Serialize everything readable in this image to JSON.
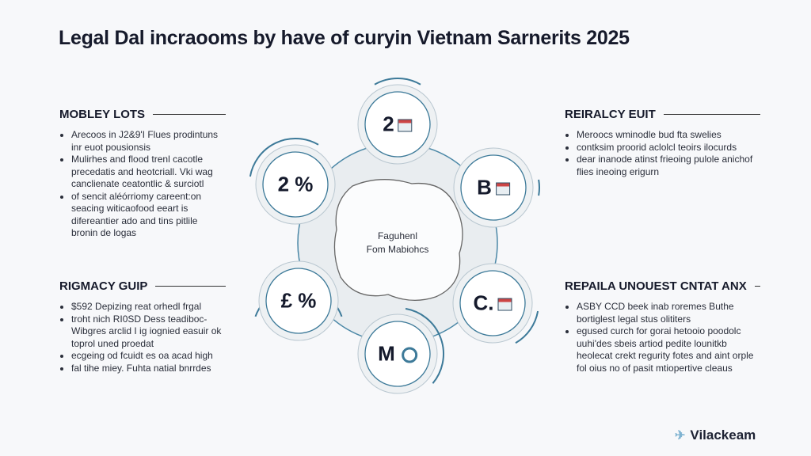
{
  "title": "Legal Dal incraooms by have of curyin Vietnam Sarnerits 2025",
  "panels": [
    {
      "heading": "MOBLEY LOTS",
      "bullets": [
        "Arecoos in J2&9'I Flues prodintuns inr euot pousionsis",
        "Mulirhes and flood trenl cacotle precedatis and heotcriall. Vki wag canclienate ceatontlic & surciotl",
        "of sencit aléórriomy careent:on seacing witicaofood eeart is difereantier ado and tins pitlile bronin de logas"
      ]
    },
    {
      "heading": "RIGMACY GUIP",
      "bullets": [
        "$592 Depizing reat orhedl frgal",
        "troht nich RI0SD Dess teadiboc- Wibgres arclid I ig iognied easuir ok toprol uned proedat",
        "ecgeing od fcuidt es oa acad high",
        "fal tihe miey. Fuhta natial bnrrdes"
      ]
    },
    {
      "heading": "REIRALCY EUIT",
      "bullets": [
        "Meroocs wminodle bud fta swelies",
        "contksim proorid aclolcl teoirs ilocurds",
        "dear inanode atinst frieoing pulole anichof flies ineoing erigurn"
      ]
    },
    {
      "heading": "REPAILA UNOUEST CNTAT ANX",
      "bullets": [
        "ASBY CCD beek inab roremes Buthe bortiglest legal stus olititers",
        "egused curch for gorai hetooio poodolc uuhi'des sbeis artiod pedite lounitkb heolecat crekt regurity fotes and aint orple fol oius no of pasit mtiopertive cleaus"
      ]
    }
  ],
  "diagram": {
    "center_line1": "Faguhenl",
    "center_line2": "Fom Mabiohcs",
    "nodes": [
      {
        "label": "2",
        "icon": "document-chart-icon"
      },
      {
        "label": "2 %",
        "icon": "percent-icon"
      },
      {
        "label": "B",
        "icon": "image-chart-icon"
      },
      {
        "label": "£ %",
        "icon": "currency-icon"
      },
      {
        "label": "C.",
        "icon": "report-icon"
      },
      {
        "label": "M",
        "icon": "cycle-icon"
      }
    ],
    "accent": "#3d7a99"
  },
  "logo": {
    "text": "Vilackeam"
  }
}
